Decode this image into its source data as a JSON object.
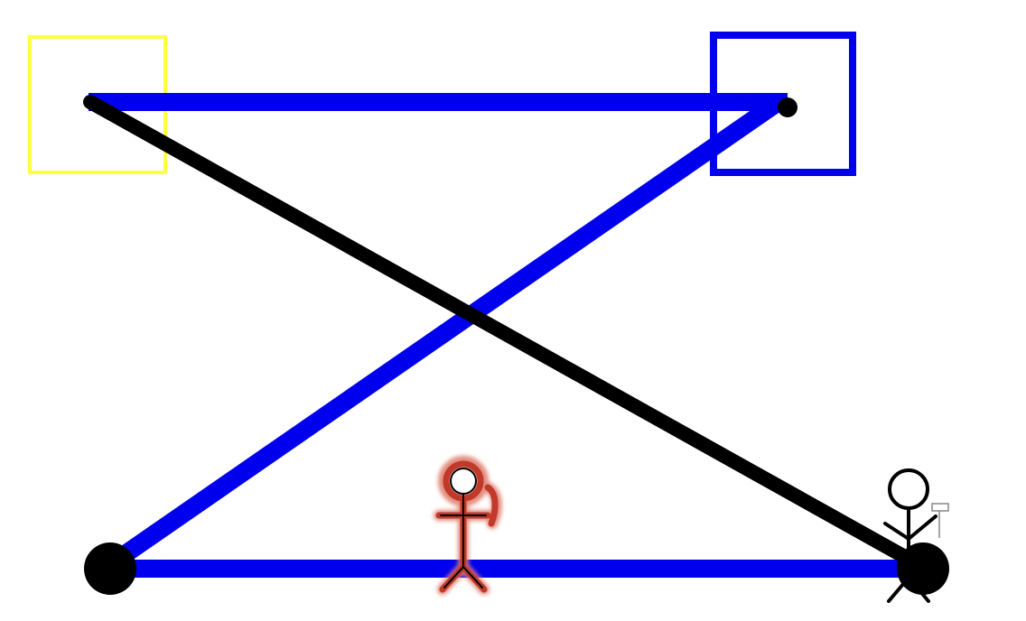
{
  "colors": {
    "background": "#ffffff",
    "blue_line": "#0000ee",
    "black_line": "#000000",
    "yellow_box": "#ffff44",
    "blue_box": "#0000ee",
    "red_player": "#c0392b",
    "red_player_glow": "#e08070",
    "black_player": "#000000",
    "node_fill": "#000000"
  },
  "scene": {
    "goal_boxes": [
      {
        "name": "yellow-goal-box",
        "color": "yellow_box"
      },
      {
        "name": "blue-goal-box",
        "color": "blue_box"
      }
    ],
    "nodes": [
      {
        "name": "node-top-left"
      },
      {
        "name": "node-top-right"
      },
      {
        "name": "node-bottom-left"
      },
      {
        "name": "node-bottom-right"
      }
    ],
    "edges": [
      {
        "name": "edge-top",
        "color": "blue_line"
      },
      {
        "name": "edge-diagonal-blue",
        "color": "blue_line"
      },
      {
        "name": "edge-bottom",
        "color": "blue_line"
      },
      {
        "name": "edge-diagonal-black",
        "color": "black_line"
      }
    ],
    "players": [
      {
        "name": "player-red-selected",
        "state": "selected"
      },
      {
        "name": "player-black-with-hammer",
        "state": "idle",
        "holding": "hammer-icon"
      }
    ]
  }
}
